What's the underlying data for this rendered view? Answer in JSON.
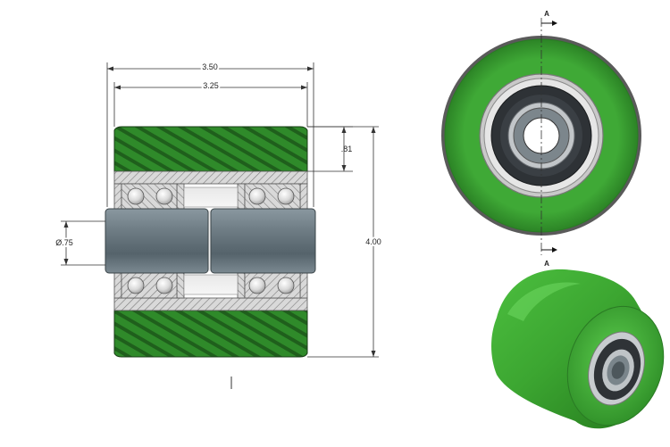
{
  "dimensions": {
    "overall_width": "3.50",
    "inner_width": "3.25",
    "tread_thickness": ".81",
    "overall_diameter": "4.00",
    "bore_diameter": "Ø.75"
  },
  "section_marker": {
    "label_top": "A",
    "label_bottom": "A"
  },
  "colors": {
    "tread_green": "#2f8a2a",
    "tread_hatch": "#1d5a1a",
    "steel_hatch": "#9a9a9a",
    "shaft": "#6a7880",
    "wheel_green": "#3aa52f",
    "bearing_dark": "#2b2f33",
    "bearing_silver": "#cfd3d6"
  }
}
